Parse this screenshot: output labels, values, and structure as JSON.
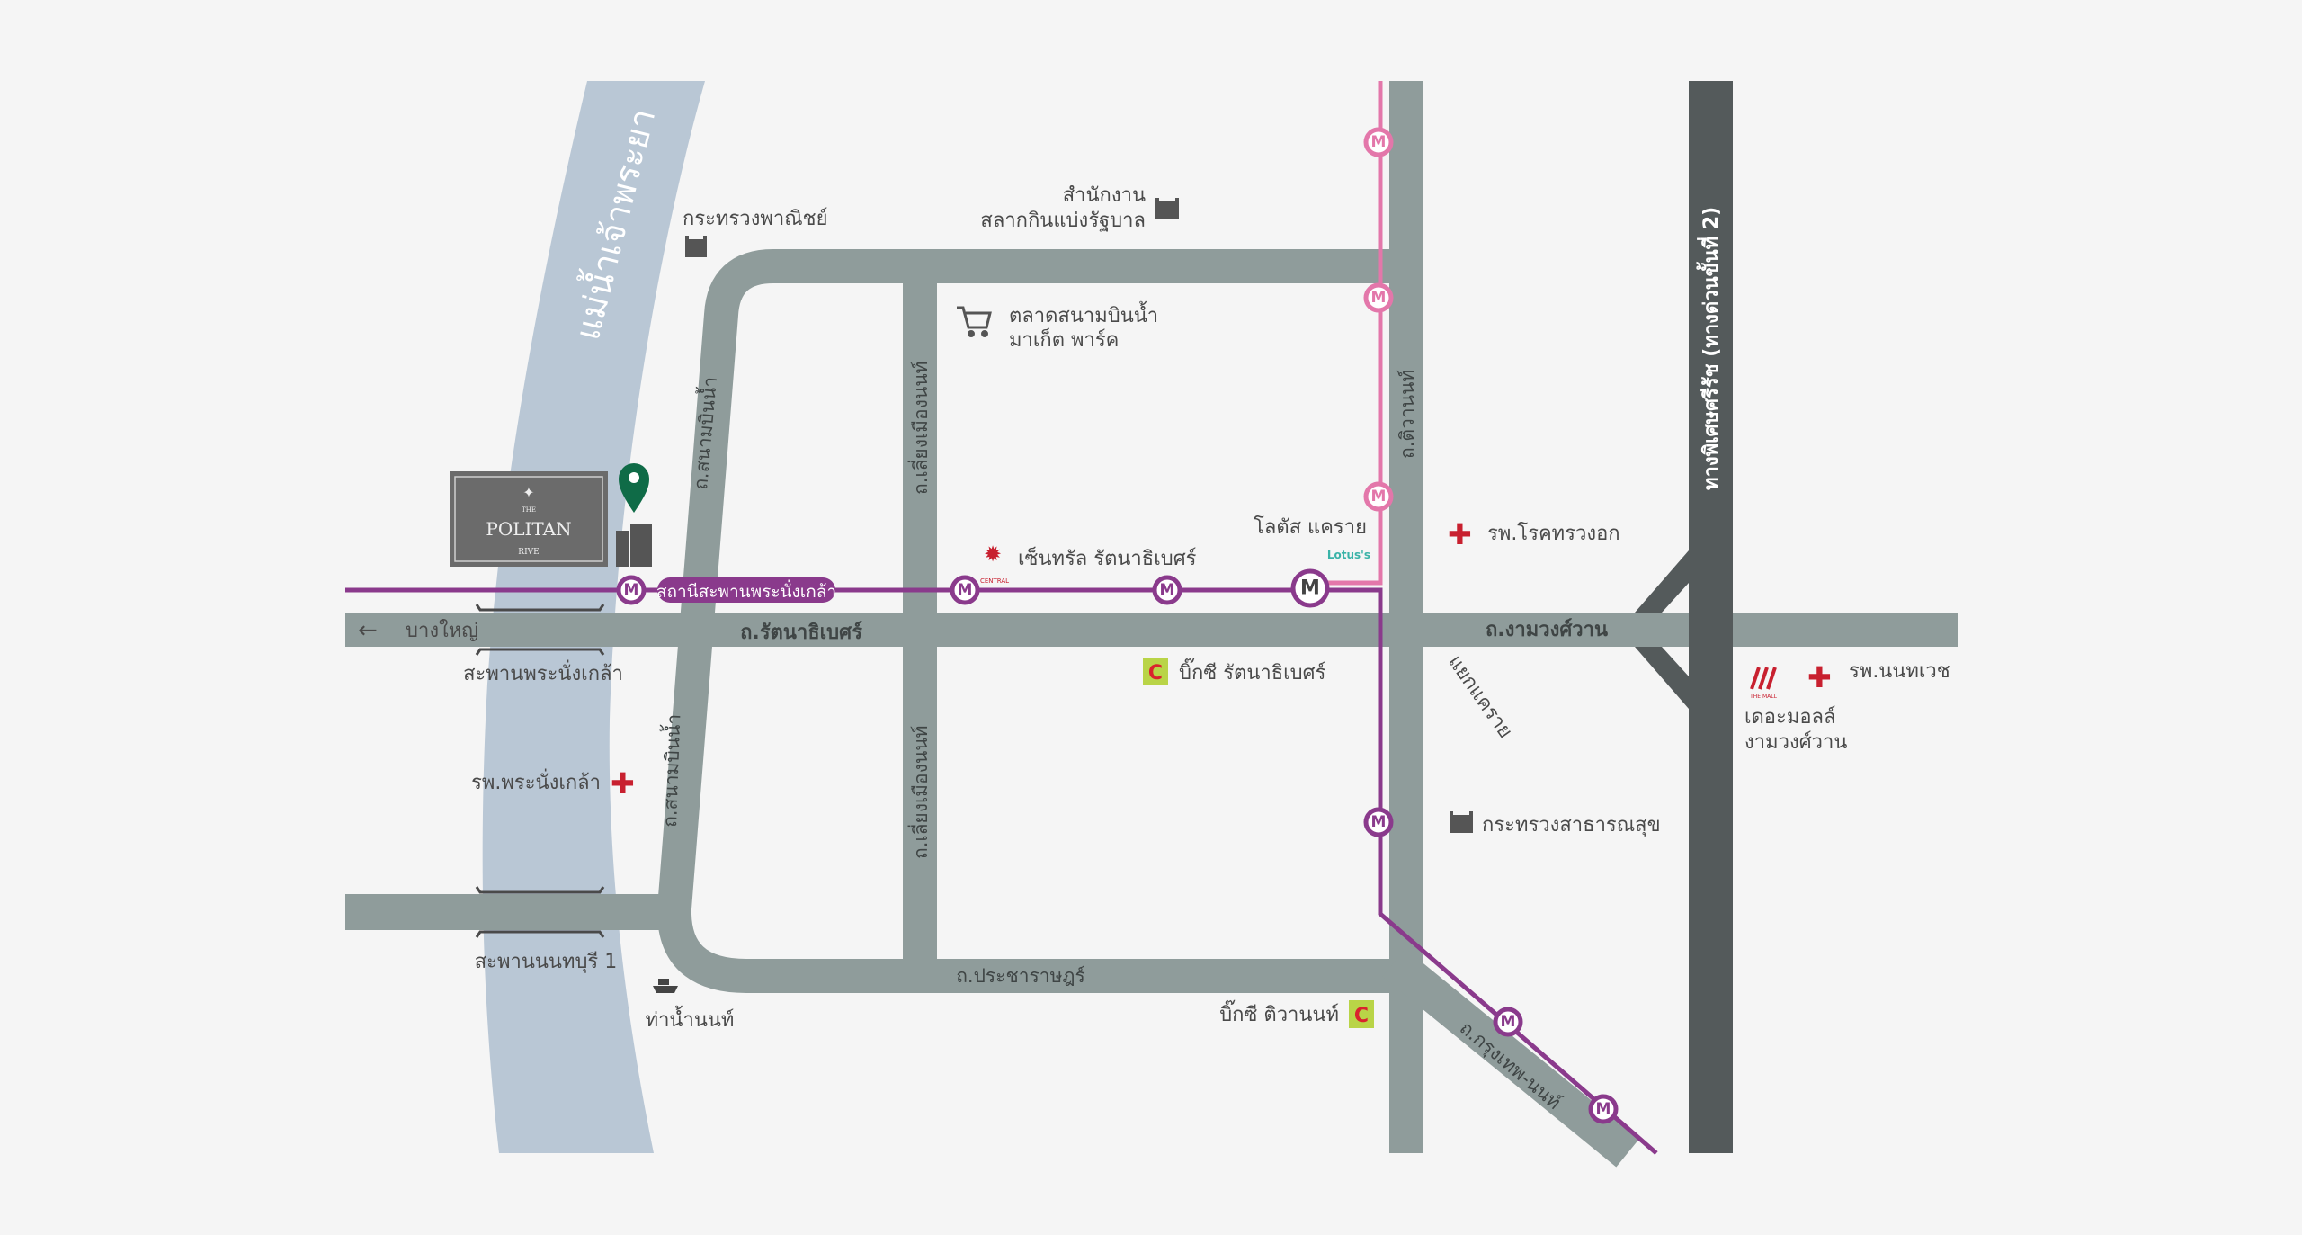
{
  "map": {
    "river_name": "แม่น้ำเจ้าพระยา",
    "project": {
      "logo_text_top": "THE",
      "logo_text_main": "POLITAN",
      "logo_text_bottom": "RIVE"
    },
    "roads": {
      "rattanathibet": "ถ.รัตนาธิเบศร์",
      "ngamwongwan": "ถ.งามวงศ์วาน",
      "sanambinnam_top": "ถ.สนามบินน้ำ",
      "sanambinnam_bottom": "ถ.สนามบินน้ำ",
      "liang_mueang_top": "ถ.เลี่ยงเมืองนนท์",
      "liang_mueang_bottom": "ถ.เลี่ยงเมืองนนท์",
      "tiwanon": "ถ.ติวานนท์",
      "pracharat": "ถ.ประชาราษฎร์",
      "krungthep_non": "ถ.กรุงเทพ-นนท์",
      "expressway": "ทางพิเศษศรีรัช (ทางด่วนขั้นที่ 2)",
      "bang_yai": "บางใหญ่",
      "khae_rai_junction": "แยกแคราย"
    },
    "bridges": {
      "phra_nang_klao": "สะพานพระนั่งเกล้า",
      "nonthaburi_1": "สะพานนนทบุรี 1"
    },
    "stations": {
      "phra_nang_klao": "สถานีสะพานพระนั่งเกล้า",
      "marker": "M"
    },
    "places": {
      "commerce_ministry": "กระทรวงพาณิชย์",
      "lottery_office_1": "สำนักงาน",
      "lottery_office_2": "สลากกินแบ่งรัฐบาล",
      "market_1": "ตลาดสนามบินน้ำ",
      "market_2": "มาเก็ต พาร์ค",
      "central": "เซ็นทรัล รัตนาธิเบศร์",
      "central_logo": "CENTRAL",
      "lotus": "โลตัส แคราย",
      "lotus_logo": "Lotus's",
      "chest_hospital": "รพ.โรคทรวงอก",
      "bigc_rattanathibet": "บิ๊กซี รัตนาธิเบศร์",
      "the_mall_logo": "THE MALL",
      "nonthavej": "รพ.นนทเวช",
      "the_mall_1": "เดอะมอลล์",
      "the_mall_2": "งามวงศ์วาน",
      "public_health": "กระทรวงสาธารณสุข",
      "phra_nang_klao_hospital": "รพ.พระนั่งเกล้า",
      "pier": "ท่าน้ำนนท์",
      "bigc_tiwanon": "บิ๊กซี ติวานนท์"
    },
    "colors": {
      "road": "#8f9c9b",
      "expressway": "#545a5b",
      "river": "#b9c7d5",
      "purple_line": "#8a3a8c",
      "pink_line": "#e377aa",
      "hospital": "#c8202f",
      "pin": "#0f6b47"
    }
  }
}
